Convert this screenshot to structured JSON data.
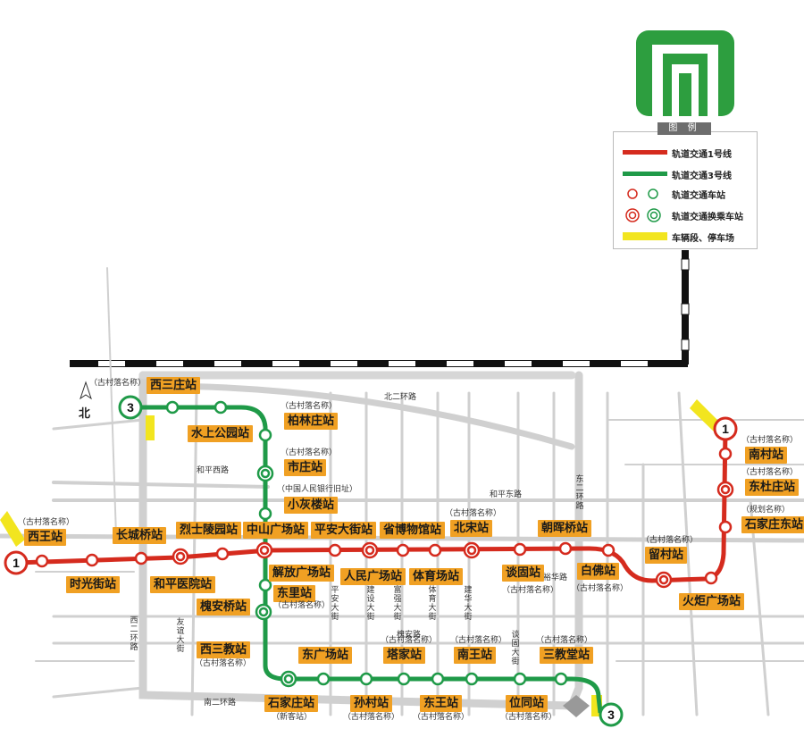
{
  "colors": {
    "line1": "#d52b1e",
    "line3": "#1f9a48",
    "label_bg": "#f0a023",
    "depot": "#f2e51f",
    "road": "#c8c8c8"
  },
  "legend": {
    "title": "图 例",
    "items": [
      {
        "label": "轨道交通1号线",
        "icon": "red-line-icon"
      },
      {
        "label": "轨道交通3号线",
        "icon": "green-line-icon"
      },
      {
        "label": "轨道交通车站",
        "icon": "station-circle-icon"
      },
      {
        "label": "轨道交通换乘车站",
        "icon": "transfer-station-icon"
      },
      {
        "label": "车辆段、停车场",
        "icon": "depot-icon"
      }
    ]
  },
  "north": "北",
  "line_badges": {
    "l1_west": "1",
    "l1_east": "1",
    "l3_north": "3",
    "l3_south": "3"
  },
  "roads": {
    "bei_erhuan": "北二环路",
    "heping_xi": "和平西路",
    "heping_dong": "和平东路",
    "dong_erhuan": "东二环路",
    "xi_erhuan": "西二环路",
    "nan_erhuan": "南二环路",
    "youyi": "友谊大街",
    "pingan": "平安大街",
    "jianshe": "建设大街",
    "fuqiang": "富强大街",
    "tiyu": "体育大街",
    "jianhua": "建华大街",
    "huai_an": "槐安路",
    "tanjiu": "谈固大街",
    "yuhua": "裕华路"
  },
  "stations": {
    "xiwang": "西王站",
    "shiguang": "时光街站",
    "changcheng": "长城桥站",
    "heping_yy": "和平医院站",
    "lieshi": "烈士陵园站",
    "zhongshan": "中山广场站",
    "jiefang": "解放广场站",
    "pingan_st": "平安大街站",
    "renmin": "人民广场站",
    "bowuguan": "省博物馆站",
    "tiyuchang": "体育场站",
    "beisong": "北宋站",
    "tangu": "谈固站",
    "chaohui": "朝晖桥站",
    "baifo": "白佛站",
    "liucun": "留村站",
    "huoju": "火炬广场站",
    "shijiazhuang_dong": "石家庄东站",
    "dongdu": "东杜庄站",
    "nancun": "南村站",
    "xisanzhuang": "西三庄站",
    "shuishang": "水上公园站",
    "bailin": "柏林庄站",
    "shizhuang": "市庄站",
    "xiaohui": "小灰楼站",
    "dongli": "东里站",
    "huaian_q": "槐安桥站",
    "xisanjiao": "西三教站",
    "shijiazhuang_st": "石家庄站",
    "dongguangchang": "东广场站",
    "suncun": "孙村站",
    "tajia": "塔家站",
    "dongwang": "东王站",
    "nanwang": "南王站",
    "weitong": "位同站",
    "sanjiaotang": "三教堂站"
  },
  "notes": {
    "gucun": "（古村落名称）",
    "guihua": "（规划名称）",
    "bank": "（中国人民银行旧址）",
    "xinke": "（新客站）"
  }
}
